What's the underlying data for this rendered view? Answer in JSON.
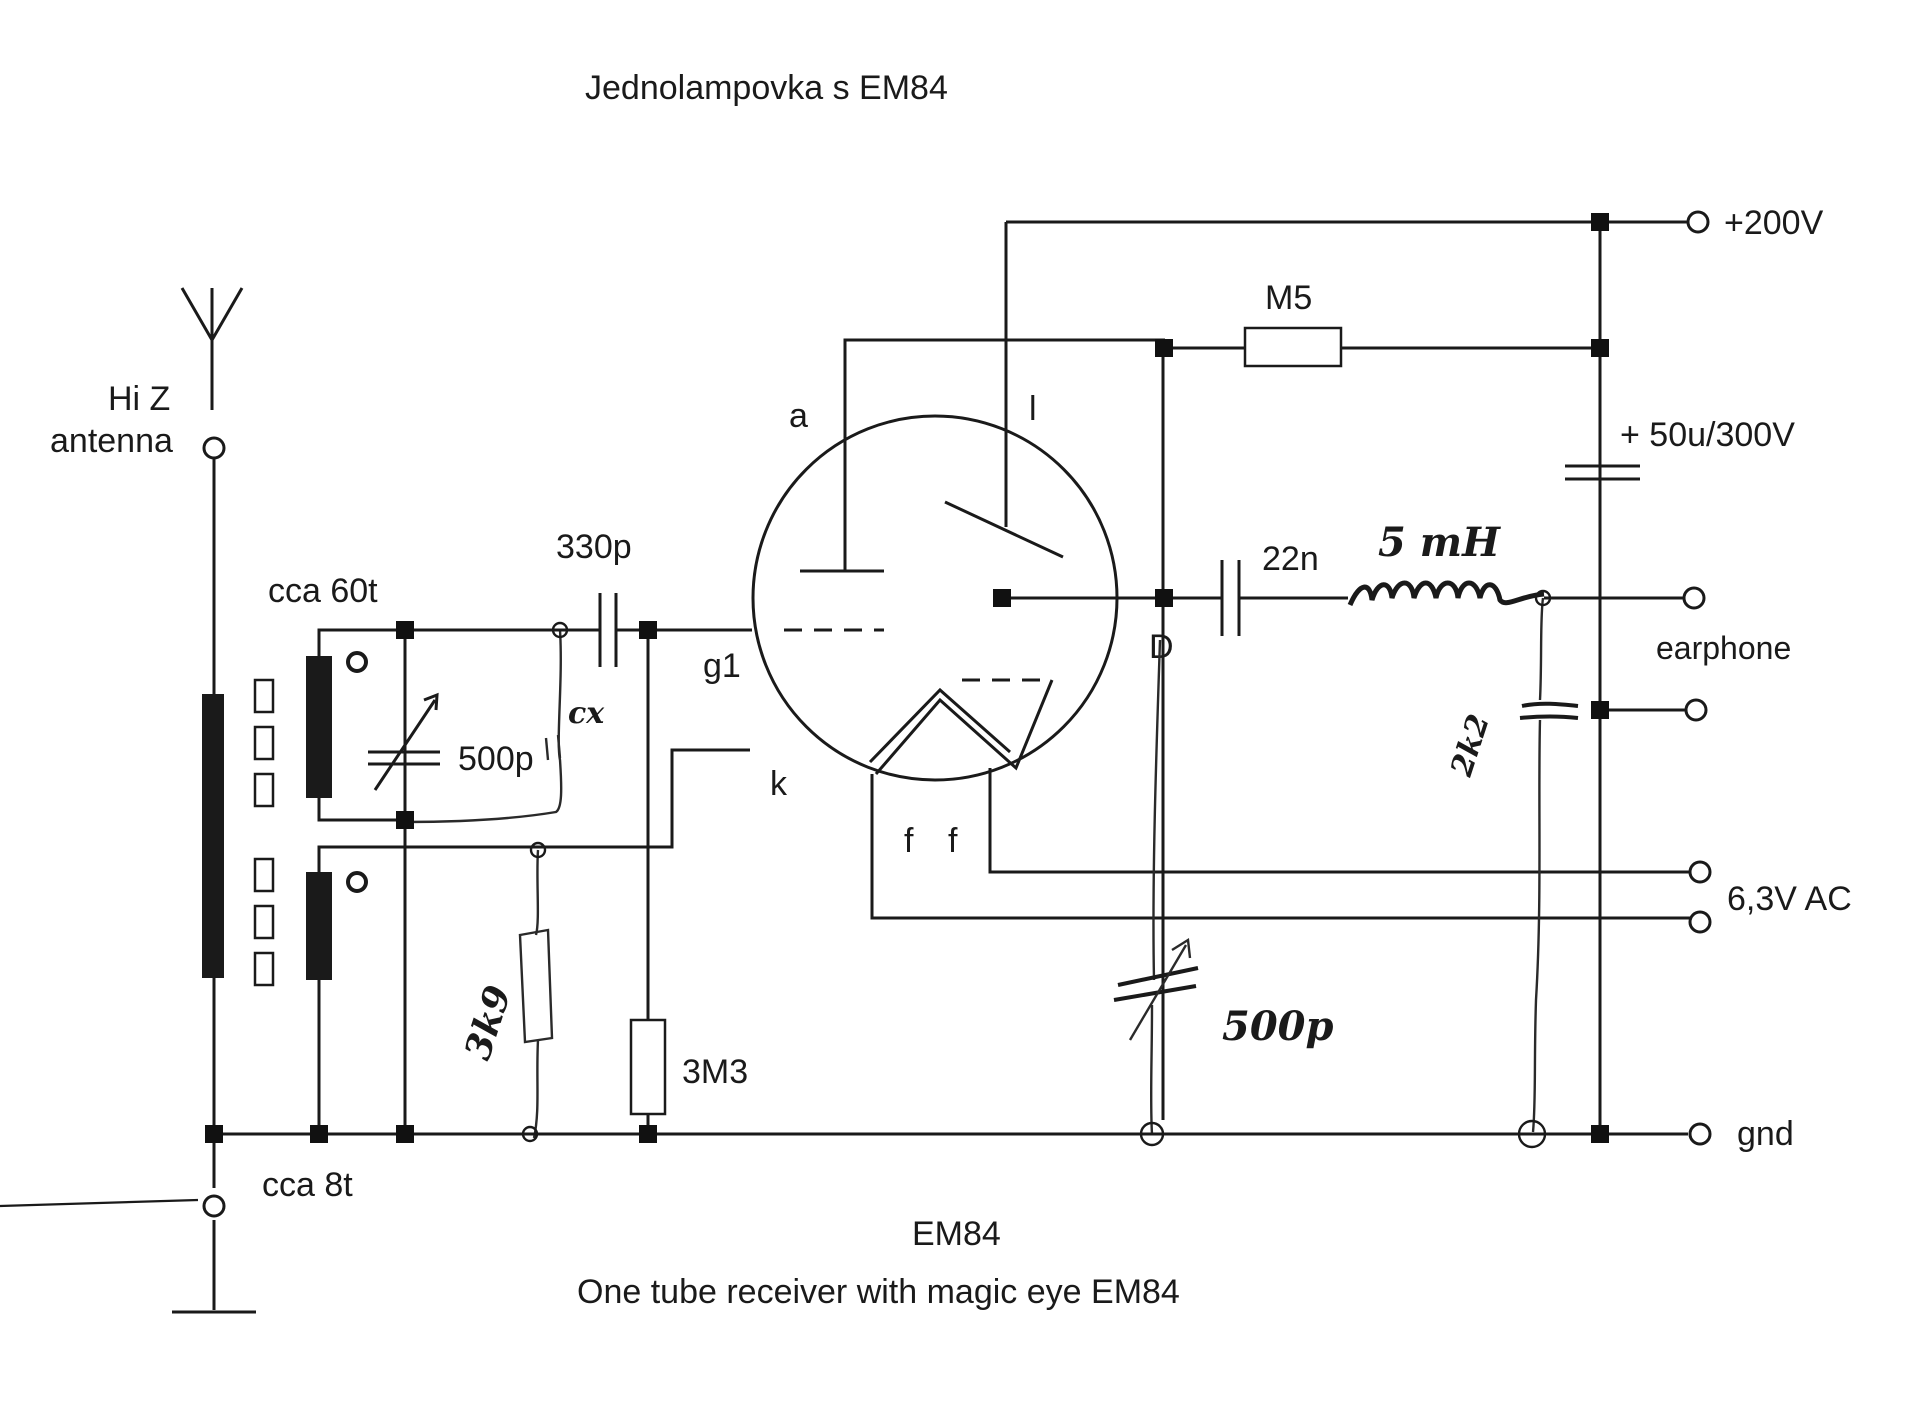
{
  "title": "Jednolampovka s EM84",
  "caption": {
    "line1": "EM84",
    "line2": "One tube receiver with magic eye EM84"
  },
  "antenna": {
    "line1": "Hi Z",
    "line2": "antenna"
  },
  "coils": {
    "primary": "cca 60t",
    "secondary": "cca 8t"
  },
  "components": {
    "tuning_cap": "500p",
    "coupling_cap": "330p",
    "grid_resistor": "3M3",
    "plate_resistor": "M5",
    "filter_cap": "+ 50u/300V",
    "output_cap": "22n"
  },
  "tube_pins": {
    "anode": "a",
    "target": "l",
    "grid": "g1",
    "cathode": "k",
    "filament_1": "f",
    "filament_2": "f",
    "diode": "D"
  },
  "terminals": {
    "b_plus": "+200V",
    "earphone": "earphone",
    "heater": "6,3V AC",
    "ground": "gnd"
  },
  "handwritten": {
    "cx": "cx",
    "r_cathode": "3k9",
    "choke": "5 mH",
    "r_load": "2k2",
    "var_cap": "500p"
  }
}
